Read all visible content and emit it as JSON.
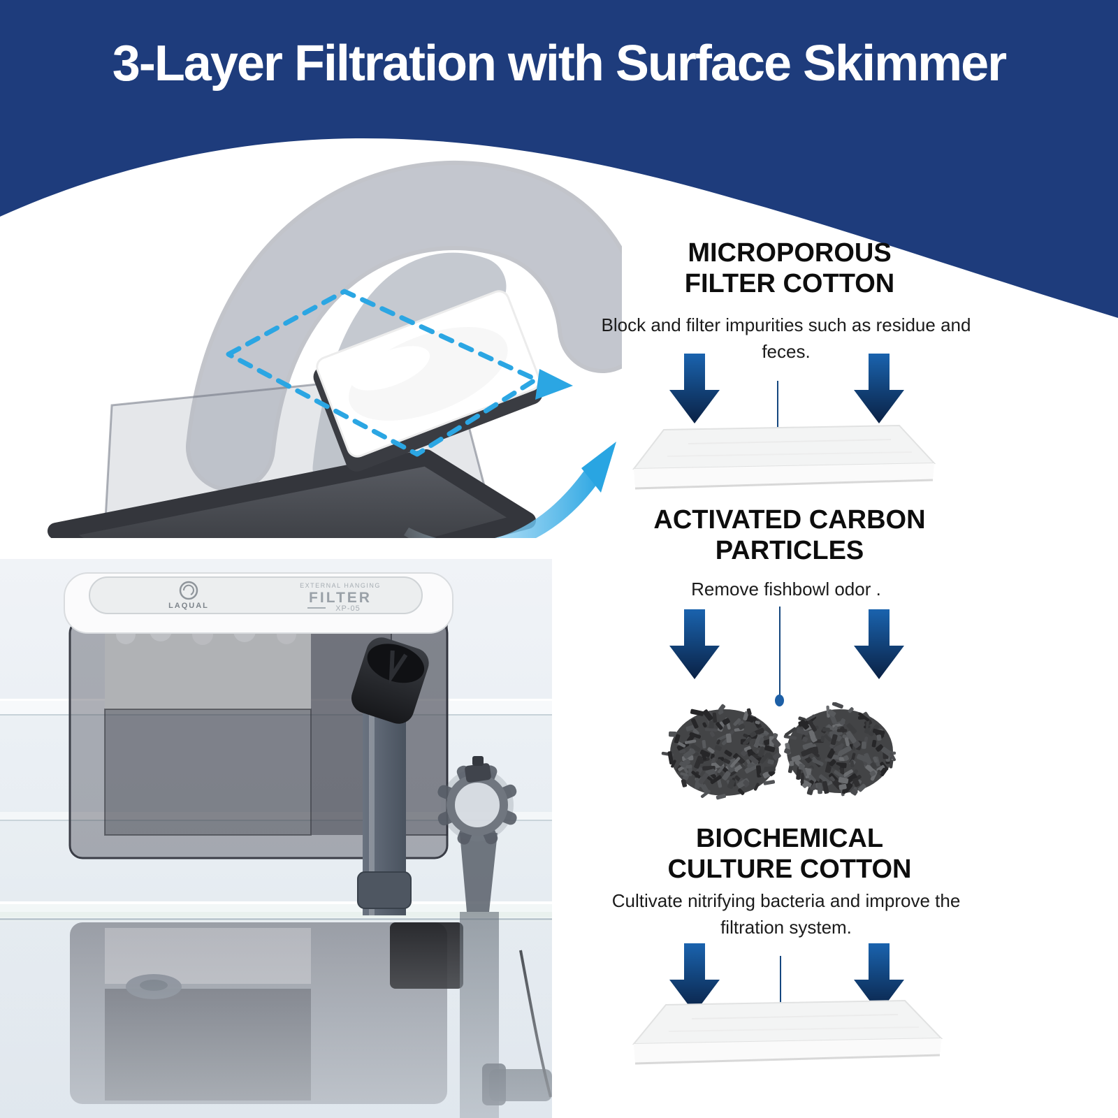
{
  "header": {
    "title": "3-Layer Filtration with Surface Skimmer",
    "bg_color": "#1e3c7c",
    "text_color": "#ffffff"
  },
  "device_label": {
    "brand": "LAQUAL",
    "type_small": "EXTERNAL HANGING",
    "type_large": "FILTER",
    "model": "XP-05"
  },
  "sections": {
    "microporous": {
      "title_line1": "MICROPOROUS",
      "title_line2": "FILTER COTTON",
      "description": "Block and filter impurities such as residue and feces.",
      "visual": "white-filter-pad"
    },
    "carbon": {
      "title_line1": "ACTIVATED CARBON",
      "title_line2": "PARTICLES",
      "description": "Remove fishbowl odor .",
      "visual": "carbon-particle-piles"
    },
    "biochemical": {
      "title_line1": "BIOCHEMICAL",
      "title_line2": "CULTURE COTTON",
      "description": "Cultivate nitrifying bacteria and improve the filtration system.",
      "visual": "white-culture-pad"
    }
  },
  "colors": {
    "header_bg": "#1e3c7c",
    "accent_blue": "#2ba6e3",
    "arrow_gradient_top": "#1a63ae",
    "arrow_gradient_bottom": "#0a2144",
    "heading_text": "#0d0d0d",
    "body_text": "#1b1b1b",
    "photo_background": "#eef2f6"
  }
}
